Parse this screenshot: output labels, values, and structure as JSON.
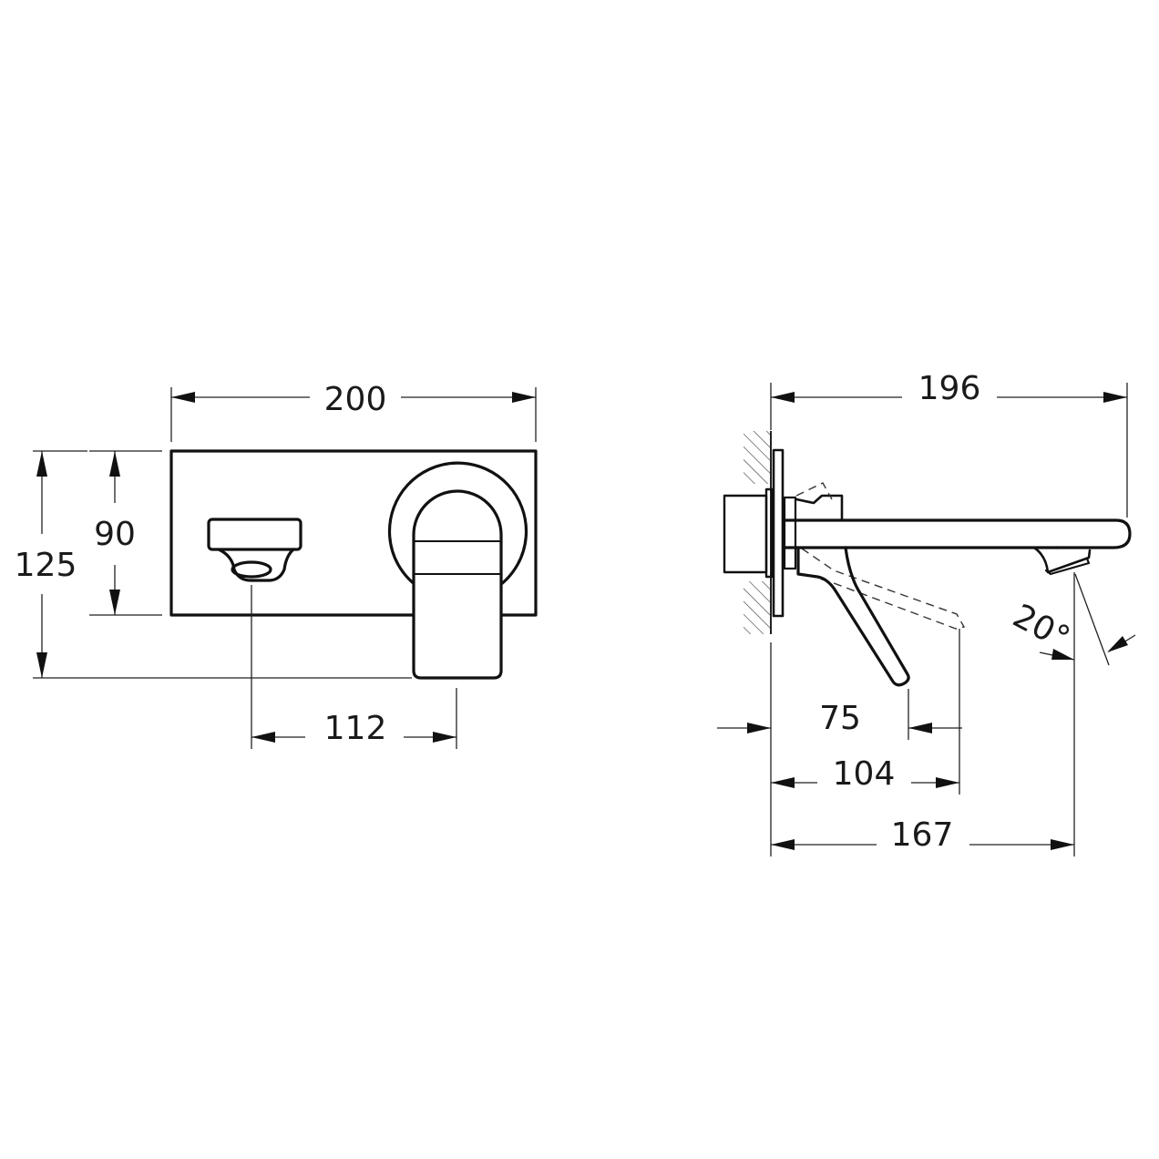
{
  "drawing": {
    "type": "technical-dimension-drawing",
    "subject": "wall-mounted basin mixer (front view and side view)",
    "units": "mm",
    "front_view": {
      "dimensions": {
        "width": "200",
        "plate_height": "90",
        "overall_height": "125",
        "spout_to_handle": "112"
      }
    },
    "side_view": {
      "dimensions": {
        "overall_projection": "196",
        "handle_clearance": "75",
        "handle_reach": "104",
        "spout_outlet_projection": "167",
        "outlet_angle": "20°"
      }
    },
    "colors": {
      "line": "#111111",
      "background": "#ffffff"
    }
  }
}
